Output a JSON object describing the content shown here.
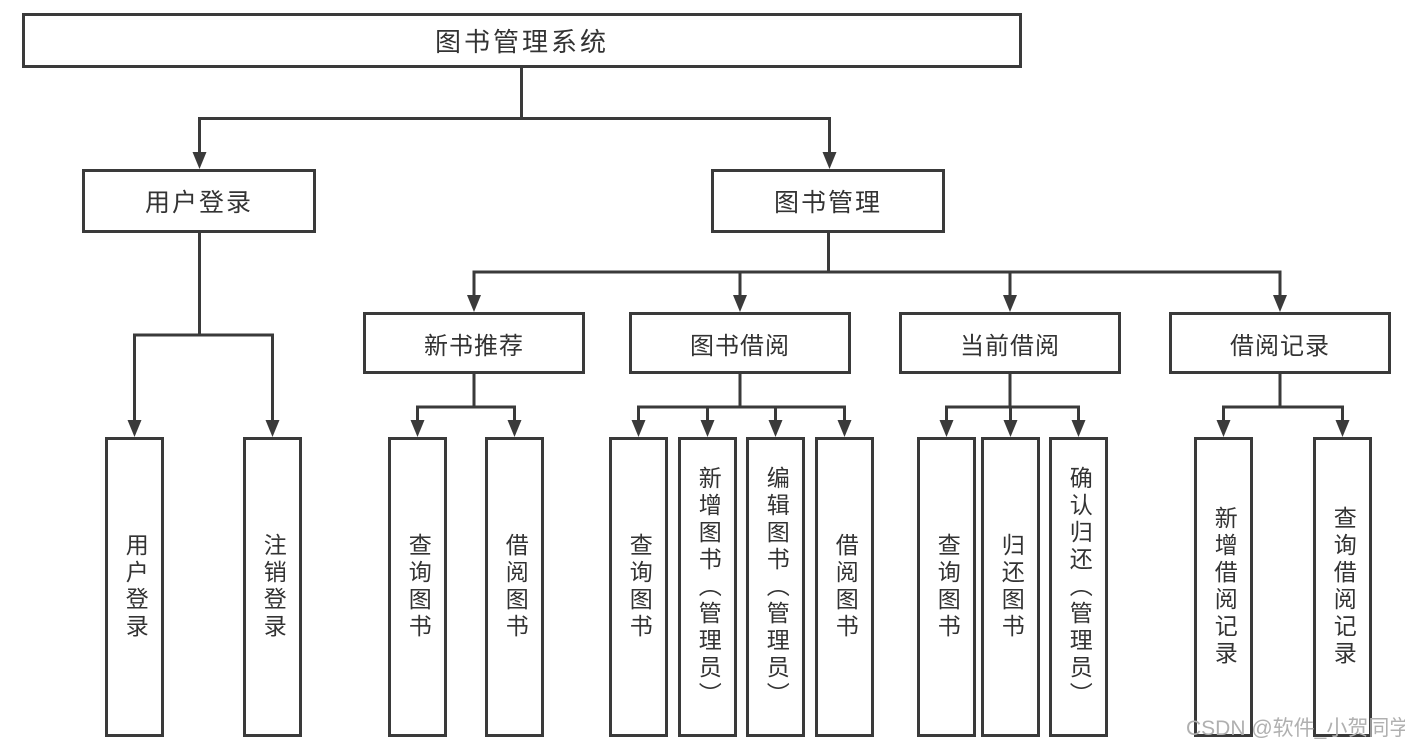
{
  "diagram_type": "tree-structure-chart",
  "tree": {
    "root": "图书管理系统",
    "user_branch": {
      "label": "用户登录",
      "children": [
        "用户登录",
        "注销登录"
      ]
    },
    "book_branch": {
      "label": "图书管理",
      "sections": [
        {
          "label": "新书推荐",
          "children": [
            "查询图书",
            "借阅图书"
          ]
        },
        {
          "label": "图书借阅",
          "children": [
            "查询图书",
            "新增图书（管理员）",
            "编辑图书（管理员）",
            "借阅图书"
          ]
        },
        {
          "label": "当前借阅",
          "children": [
            "查询图书",
            "归还图书",
            "确认归还（管理员）"
          ]
        },
        {
          "label": "借阅记录",
          "children": [
            "新增借阅记录",
            "查询借阅记录"
          ]
        }
      ]
    }
  },
  "watermark": {
    "text": "CSDN @软件_小贺同学"
  },
  "colors": {
    "line": "#3a3a3a",
    "box_border": "#3a3a3a",
    "text": "#333333",
    "watermark": "#b0b0b0",
    "background": "#ffffff"
  }
}
